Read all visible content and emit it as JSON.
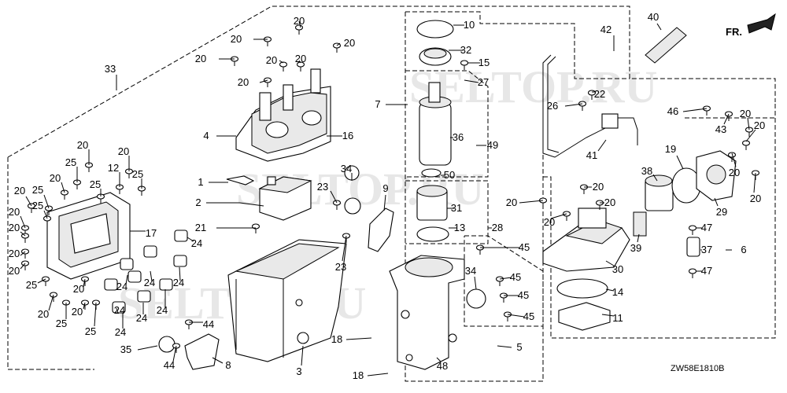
{
  "diagram": {
    "code": "ZW58E1810B",
    "direction_label": "FR.",
    "watermark": "SELTOP.RU",
    "callouts": [
      "1",
      "2",
      "3",
      "4",
      "5",
      "6",
      "7",
      "8",
      "9",
      "10",
      "11",
      "12",
      "13",
      "14",
      "15",
      "16",
      "17",
      "18",
      "19",
      "20",
      "21",
      "22",
      "23",
      "24",
      "25",
      "26",
      "27",
      "28",
      "29",
      "30",
      "31",
      "32",
      "33",
      "34",
      "35",
      "36",
      "37",
      "38",
      "39",
      "40",
      "41",
      "42",
      "43",
      "44",
      "45",
      "46",
      "47",
      "48",
      "49",
      "50"
    ]
  }
}
